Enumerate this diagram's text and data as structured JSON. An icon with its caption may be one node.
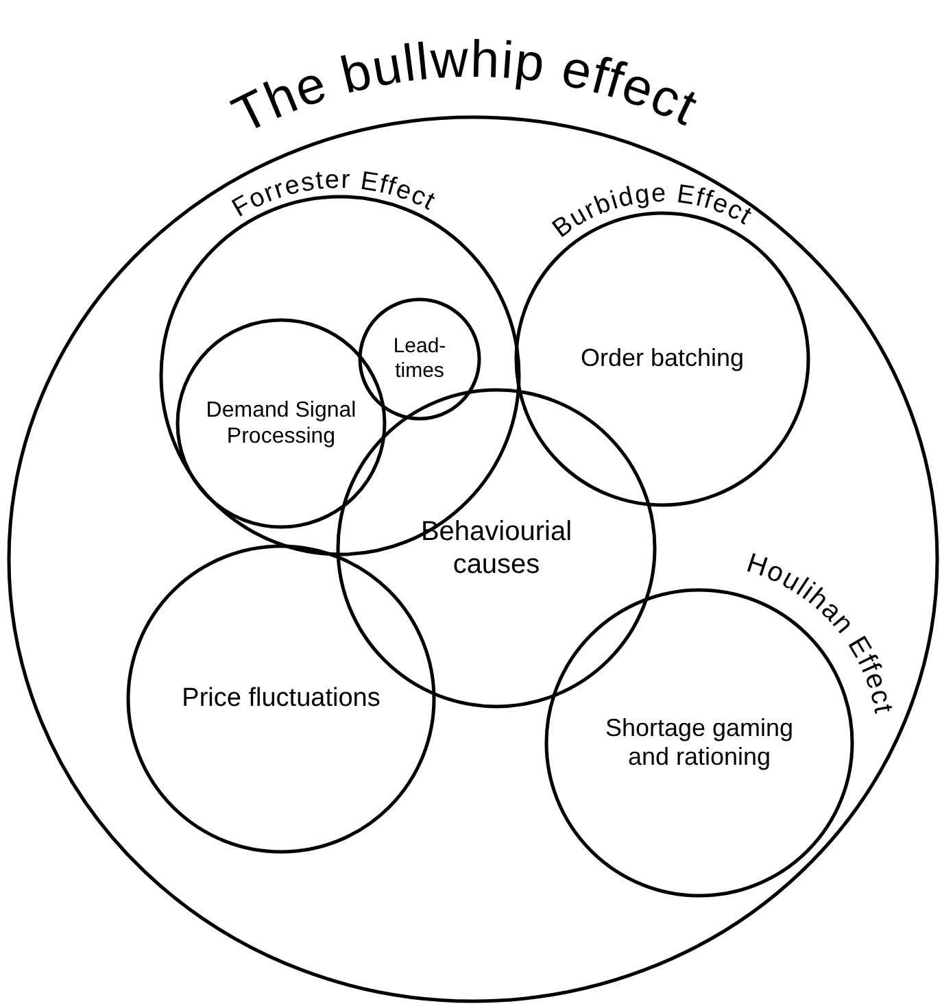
{
  "diagram": {
    "nodes": [
      {
        "text": [
          "The bullwhip effect"
        ]
      },
      {
        "text": [
          "Forrester Effect"
        ],
        "in": 0
      },
      {
        "text": [
          "Burbidge Effect",
          "Order batching"
        ],
        "in": 0
      },
      {
        "text": [
          "Lead-times"
        ],
        "in": 1
      },
      {
        "text": [
          "Demand Signal Processing"
        ],
        "in": 1
      },
      {
        "text": [
          "Behaviourial causes"
        ],
        "in": 0
      },
      {
        "text": [
          "Price fluctuations"
        ],
        "in": 0
      },
      {
        "text": [
          "Houlihan Effect",
          "Shortage gaming and rationing"
        ],
        "in": 0
      }
    ]
  }
}
